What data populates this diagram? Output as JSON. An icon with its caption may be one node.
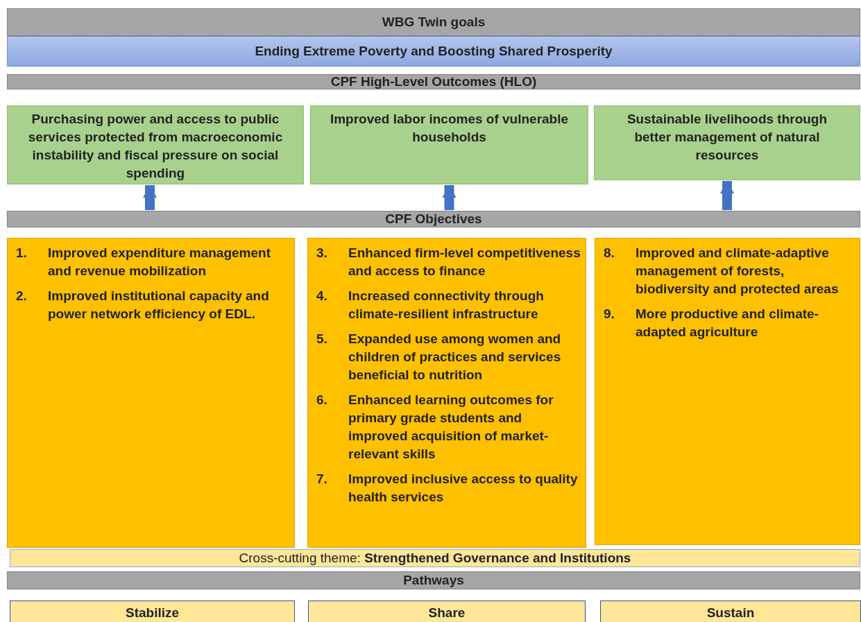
{
  "diagram": {
    "nodes": [
      {
        "text": [
          "WBG Twin goals"
        ]
      },
      {
        "text": [
          "Ending Extreme Poverty and Boosting Shared Prosperity"
        ]
      },
      {
        "text": [
          "CPF High-Level Outcomes (HLO)"
        ]
      },
      {
        "text": [
          "Purchasing power and access to public services protected from macroeconomic instability and fiscal pressure on social spending"
        ]
      },
      {
        "text": [
          "Improved labor incomes of vulnerable households"
        ]
      },
      {
        "text": [
          "Sustainable livelihoods through better management of natural resources"
        ]
      },
      {
        "text": [
          "CPF Objectives"
        ]
      },
      {
        "text": [
          "1.",
          "Improved expenditure management and revenue mobilization",
          "2.",
          "Improved institutional capacity and power network efficiency of EDL."
        ]
      },
      {
        "text": [
          "3.",
          "Enhanced firm-level competitiveness and access to finance",
          "4.",
          "Increased connectivity through climate-resilient infrastructure",
          "5.",
          "Expanded use among women and children of practices and services beneficial to nutrition",
          "6.",
          "Enhanced learning outcomes for primary grade students and improved acquisition of market-relevant skills",
          "7.",
          "Improved inclusive access to quality health services"
        ]
      },
      {
        "text": [
          "8.",
          "Improved and climate-adaptive management of forests, biodiversity and protected areas",
          "9.",
          "More productive and climate-adapted agriculture"
        ]
      },
      {
        "text": [
          "Cross-cutting theme: **Strengthened Governance and Institutions**"
        ]
      },
      {
        "text": [
          "Pathways"
        ]
      },
      {
        "text": [
          "Stabilize"
        ]
      },
      {
        "text": [
          "Share"
        ]
      },
      {
        "text": [
          "Sustain"
        ]
      }
    ],
    "edges": [
      {
        "from": 6,
        "to": 3,
        "arrow": "to"
      },
      {
        "from": 6,
        "to": 4,
        "arrow": "to"
      },
      {
        "from": 6,
        "to": 5,
        "arrow": "to"
      }
    ]
  }
}
